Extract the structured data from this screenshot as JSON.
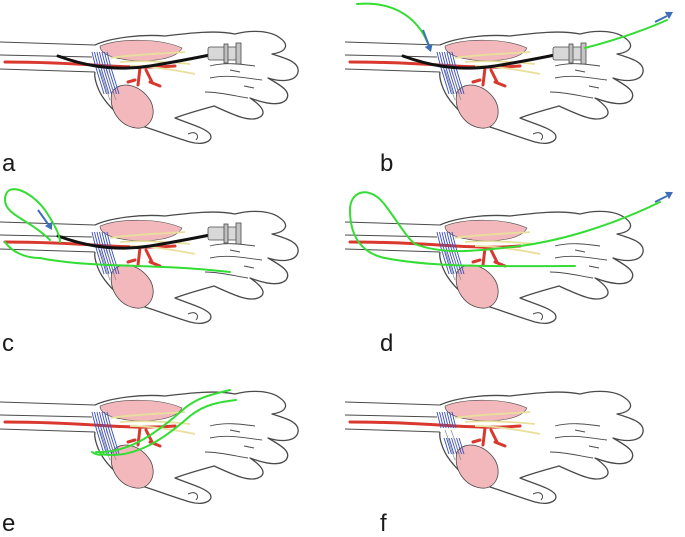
{
  "figure": {
    "panels": [
      {
        "label": "a",
        "steps": {
          "needle": true,
          "guide_wire": "none",
          "loop": false,
          "exit_arrow": false,
          "entry_arrow": false,
          "cut_wires": false,
          "ligament_cut": false
        }
      },
      {
        "label": "b",
        "steps": {
          "needle": true,
          "guide_wire": "threaded",
          "loop": false,
          "exit_arrow": true,
          "entry_arrow": true,
          "cut_wires": false,
          "ligament_cut": false
        }
      },
      {
        "label": "c",
        "steps": {
          "needle": true,
          "guide_wire": "looped",
          "loop": true,
          "exit_arrow": false,
          "entry_arrow": true,
          "cut_wires": false,
          "ligament_cut": false
        }
      },
      {
        "label": "d",
        "steps": {
          "needle": false,
          "guide_wire": "looped-through",
          "loop": true,
          "exit_arrow": true,
          "entry_arrow": false,
          "cut_wires": false,
          "ligament_cut": false
        }
      },
      {
        "label": "e",
        "steps": {
          "needle": false,
          "guide_wire": "sawing",
          "loop": false,
          "exit_arrow": false,
          "entry_arrow": false,
          "cut_wires": true,
          "ligament_cut": false
        }
      },
      {
        "label": "f",
        "steps": {
          "needle": false,
          "guide_wire": "none",
          "loop": false,
          "exit_arrow": false,
          "entry_arrow": false,
          "cut_wires": false,
          "ligament_cut": true
        }
      }
    ],
    "colors": {
      "outline": "#4a4a4a",
      "muscle": "#f2b8bb",
      "artery": "#d8382e",
      "ligament": "#3a4fbf",
      "nerve": "#e9df9c",
      "needle": "#111111",
      "wire": "#33dd33",
      "arrow": "#3f6fb8"
    }
  }
}
